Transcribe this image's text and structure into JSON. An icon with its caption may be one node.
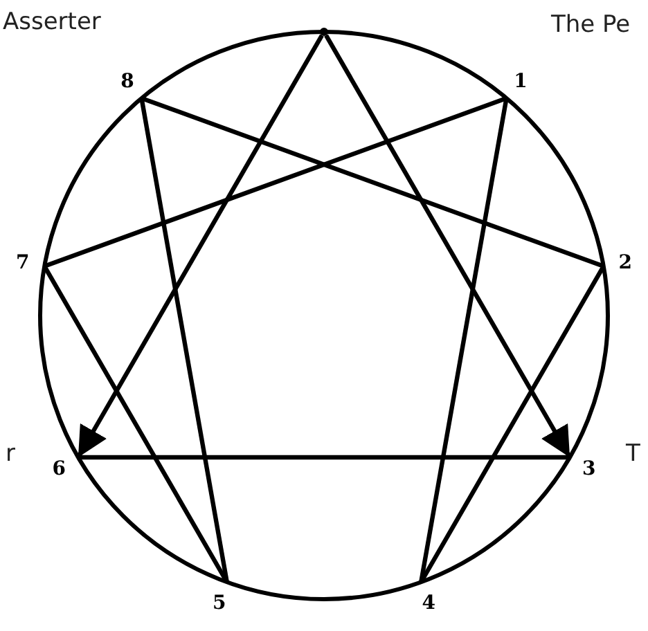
{
  "diagram": {
    "nodes": [
      {
        "text": [],
        "shape": "point"
      },
      {
        "text": [
          "8"
        ]
      },
      {
        "text": [
          "1"
        ]
      },
      {
        "text": [
          "7"
        ]
      },
      {
        "text": [
          "2"
        ]
      },
      {
        "text": [
          "6"
        ]
      },
      {
        "text": [
          "3"
        ]
      },
      {
        "text": [
          "5"
        ]
      },
      {
        "text": [
          "4"
        ]
      }
    ],
    "edges": [
      {
        "from": 0,
        "to": 6,
        "arrow": "to"
      },
      {
        "from": 0,
        "to": 5,
        "arrow": "to"
      },
      {
        "from": 5,
        "to": 6,
        "arrow": "none"
      },
      {
        "from": 2,
        "to": 8,
        "arrow": "none"
      },
      {
        "from": 8,
        "to": 4,
        "arrow": "none"
      },
      {
        "from": 4,
        "to": 1,
        "arrow": "none"
      },
      {
        "from": 1,
        "to": 7,
        "arrow": "none"
      },
      {
        "from": 7,
        "to": 3,
        "arrow": "none"
      },
      {
        "from": 3,
        "to": 2,
        "arrow": "none"
      }
    ],
    "labels": [
      "Asserter",
      "The Pe",
      "r",
      "T"
    ]
  }
}
